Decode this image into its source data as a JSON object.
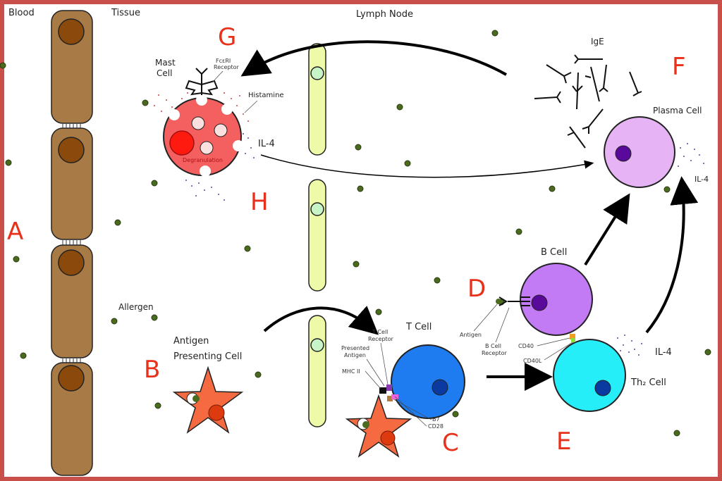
{
  "regions": {
    "blood": "Blood",
    "tissue": "Tissue",
    "lymph_node": "Lymph Node"
  },
  "step_letters": {
    "A": "A",
    "B": "B",
    "C": "C",
    "D": "D",
    "E": "E",
    "F": "F",
    "G": "G",
    "H": "H"
  },
  "labels": {
    "mast_cell_1": "Mast",
    "mast_cell_2": "Cell",
    "fceri_1": "FcεRI",
    "fceri_2": "Receptor",
    "histamine": "Histamine",
    "degranulation": "Degranulation",
    "il4_mast": "IL-4",
    "ige": "IgE",
    "plasma_cell": "Plasma Cell",
    "il4_plasma": "IL-4",
    "allergen": "Allergen",
    "apc_1": "Antigen",
    "apc_2": "Presenting Cell",
    "t_cell": "T Cell",
    "tcr_1": "T Cell",
    "tcr_2": "Receptor",
    "presented_1": "Presented",
    "presented_2": "Antigen",
    "mhc": "MHC II",
    "b7": "B7",
    "cd28": "CD28",
    "b_cell": "B Cell",
    "antigen": "Antigen",
    "bcr_1": "B Cell",
    "bcr_2": "Receptor",
    "cd40": "CD40",
    "cd40l": "CD40L",
    "th2": "Th₂ Cell",
    "il4_th2": "IL-4"
  },
  "colors": {
    "border": "#c9504a",
    "letter": "#e8301a",
    "endothelium": "#a87a45",
    "endo_nucleus": "#8b4a0c",
    "allergen": "#4a6a1e",
    "mast_cell": "#f46060",
    "plasma_cell": "#e6b3f5",
    "b_cell": "#c27af5",
    "t_cell": "#1e7cf0",
    "th2_cell": "#26eef8",
    "apc": "#f56a40",
    "lymph_vessel": "#eefaa8"
  }
}
